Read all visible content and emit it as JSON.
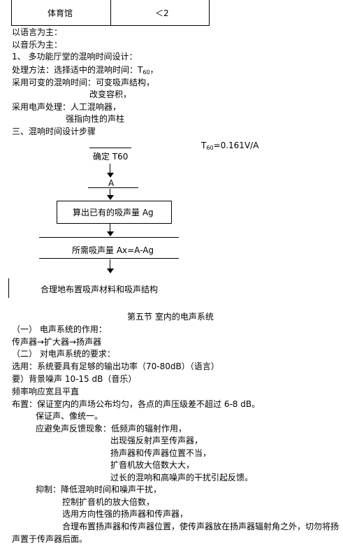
{
  "table": {
    "cell1": "体育馆",
    "cell2": "＜2"
  },
  "lines": {
    "l1": "以语言为主：",
    "l2": "以音乐为主：",
    "l3": "1、  多功能厅堂的混响时间设计：",
    "l4_pre": "处理方法：选择适中的混响时间：T",
    "l4_sub": "60",
    "l4_post": "，",
    "l5": "采用可变的混响时间：可变吸声结构，",
    "l6": "改变容积，",
    "l7": "采用电声处理：人工混响器，",
    "l8": "强指向性的声柱",
    "l9": "三、混响时间设计步骤"
  },
  "formula": {
    "pre": "T",
    "sub": "60",
    "post": "=0.161V/A"
  },
  "flow": {
    "step1": "确定 T60",
    "step2": "A",
    "step3": "算出已有的吸声量 Ag",
    "step4": "所需吸声量 Ax=A-Ag",
    "step5": "合理地布置吸声材料和吸声结构"
  },
  "section": {
    "title": "第五节     室内的电声系统",
    "h1": "（一）  电声系统的作用：",
    "chain": "传声器→扩大器→扬声器",
    "h2": "（二）  对电声系统的要求：",
    "r1": "选用：系统要具有足够的输出功率（70-80dB）（语言）",
    "r2": "要）背景噪声 10-15  dB（音乐）",
    "r3": "频率响应宽且平直",
    "r4": "布置：保证室内的声场公布均匀，各点的声压级差不超过 6-8  dB。",
    "r5": "保证声、像统一。",
    "r6": "应避免声反馈现象：低频声的辐射作用，",
    "r7": "出现强反射声至传声器，",
    "r8": "扬声器和传声器位置不当，",
    "r9": "扩音机放大倍数大大，",
    "r10": "过长的混响和高噪声的干扰引起反馈。",
    "r11": "抑制：降低混响时间和噪声干扰，",
    "r12": "控制扩音机的放大倍数，",
    "r13": "选用方向性强的扬声器和传声器，",
    "r14": "合理布置扬声器和传声器位置，使传声器放在扬声器辐射角之外，切勿将扬",
    "r15": "声置于传声器后面。"
  }
}
